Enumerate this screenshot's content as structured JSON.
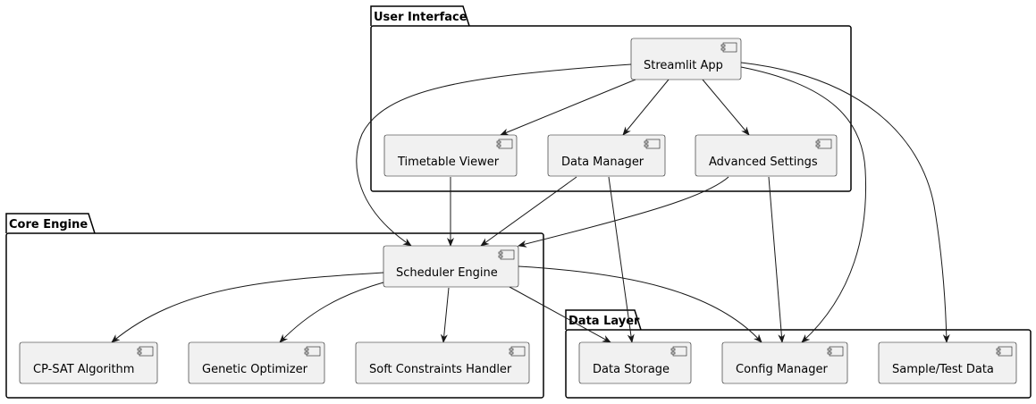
{
  "packages": {
    "ui": {
      "title": "User Interface"
    },
    "core": {
      "title": "Core Engine"
    },
    "data": {
      "title": "Data Layer"
    }
  },
  "components": {
    "streamlit_app": "Streamlit App",
    "timetable_viewer": "Timetable Viewer",
    "data_manager": "Data Manager",
    "advanced_settings": "Advanced Settings",
    "scheduler_engine": "Scheduler Engine",
    "cp_sat": "CP-SAT Algorithm",
    "genetic_optimizer": "Genetic Optimizer",
    "soft_constraints": "Soft Constraints Handler",
    "data_storage": "Data Storage",
    "config_manager": "Config Manager",
    "sample_test_data": "Sample/Test Data"
  },
  "colors": {
    "component_fill": "#f1f1f1",
    "stroke": "#181818",
    "package_border": "#000000"
  }
}
